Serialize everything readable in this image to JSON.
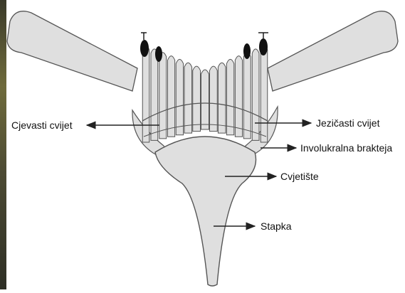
{
  "labels": {
    "tubular_flower": "Cjevasti cvijet",
    "ligulate_flower": "Jezičasti cvijet",
    "involucral_bract": "Involukralna brakteja",
    "receptacle": "Cvjetište",
    "stalk": "Stapka"
  },
  "colors": {
    "fill": "#dfdfdf",
    "stroke": "#555555",
    "arrow": "#222222",
    "anther": "#111111"
  }
}
